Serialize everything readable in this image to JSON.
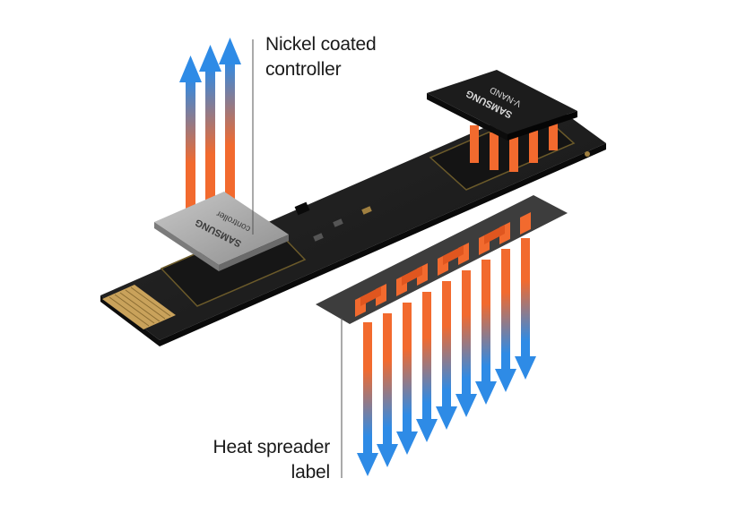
{
  "callouts": {
    "controller": {
      "line1": "Nickel coated",
      "line2": "controller"
    },
    "heat_spreader": {
      "line1": "Heat spreader",
      "line2": "label"
    }
  },
  "chips": {
    "controller": {
      "brand": "SAMSUNG",
      "name": "controller"
    },
    "nand": {
      "brand": "SAMSUNG",
      "name": "V-NAND"
    }
  },
  "colors": {
    "heat_orange": "#f26a2e",
    "cool_blue": "#2e8be6",
    "pcb_black": "#1b1b1b",
    "controller_nickel": "#a9a9a9",
    "gold_fingers": "#c9a25b",
    "heat_spreader_gray": "#3a3a3a"
  }
}
